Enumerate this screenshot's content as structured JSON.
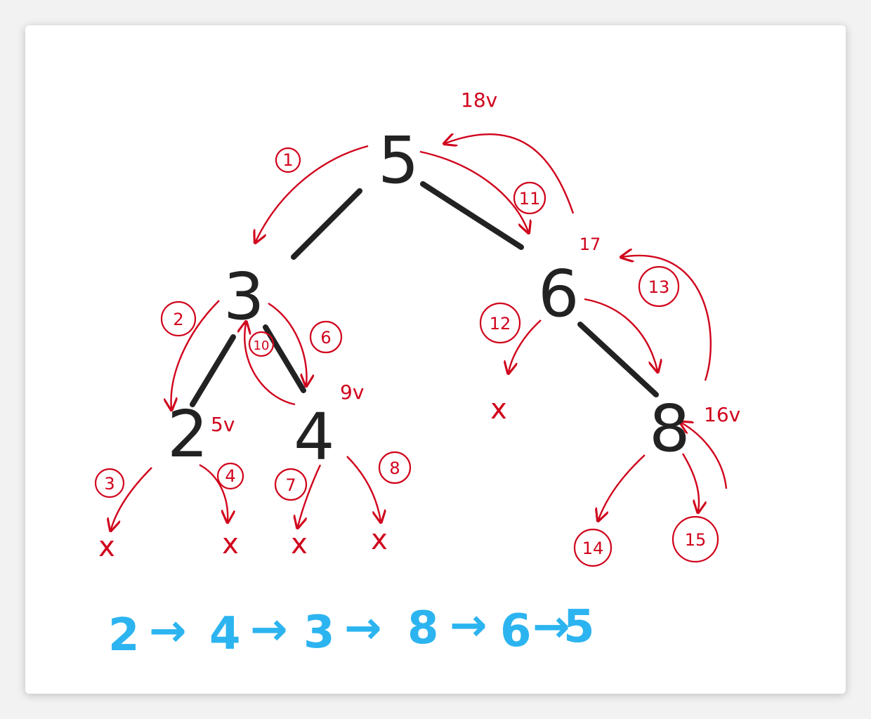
{
  "colors": {
    "node": "#222222",
    "annotation": "#d0021b",
    "traversal": "#2cb4f0",
    "background": "#ffffff"
  },
  "nodes": {
    "n5": "5",
    "n3": "3",
    "n6": "6",
    "n2": "2",
    "n4": "4",
    "n8": "8"
  },
  "steps": {
    "s1": "1",
    "s2": "2",
    "s3": "3",
    "s4": "4",
    "s6": "6",
    "s7": "7",
    "s8": "8",
    "s10": "10",
    "s11": "11",
    "s12": "12",
    "s13": "13",
    "s14": "14",
    "s15": "15",
    "s17": "17"
  },
  "notes": {
    "n5v": "5v",
    "n9v": "9v",
    "n16v": "16v",
    "n18v": "18v"
  },
  "null_mark": "x",
  "traversal": [
    "2",
    "4",
    "3",
    "8",
    "6",
    "5"
  ],
  "traversal_arrow": "→"
}
